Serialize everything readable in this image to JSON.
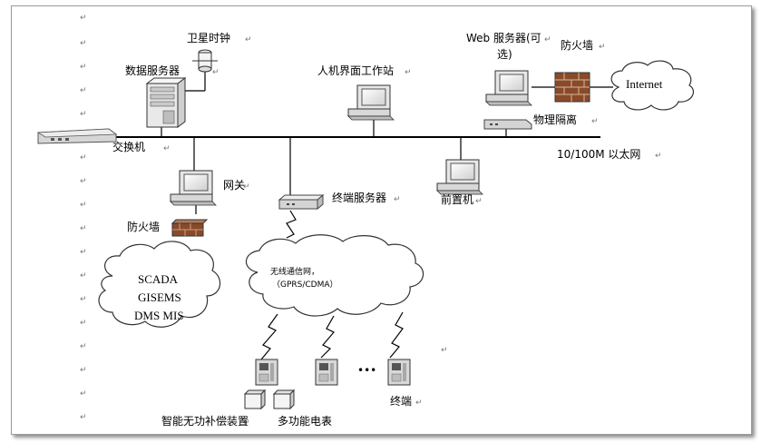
{
  "labels": {
    "satellite_clock": "卫星时钟",
    "data_server": "数据服务器",
    "hmi_workstation": "人机界面工作站",
    "web_server_line1": "Web 服务器(可",
    "web_server_line2": "选)",
    "firewall_top": "防火墙",
    "internet": "Internet",
    "physical_isolation": "物理隔离",
    "switch": "交换机",
    "ethernet": "10/100M 以太网",
    "gateway": "网关",
    "terminal_server": "终端服务器",
    "front_end": "前置机",
    "firewall_left": "防火墙",
    "wireless_line1": "无线通信网，",
    "wireless_line2": "（GPRS/CDMA）",
    "cloud_scada": "SCADA",
    "cloud_gisems": "GISEMS",
    "cloud_dms": "DMS MIS",
    "ellipsis": "•••",
    "smart_compensator": "智能无功补偿装置",
    "multi_meter": "多功能电表",
    "terminal": "终端"
  },
  "paragraph_mark": "↵"
}
